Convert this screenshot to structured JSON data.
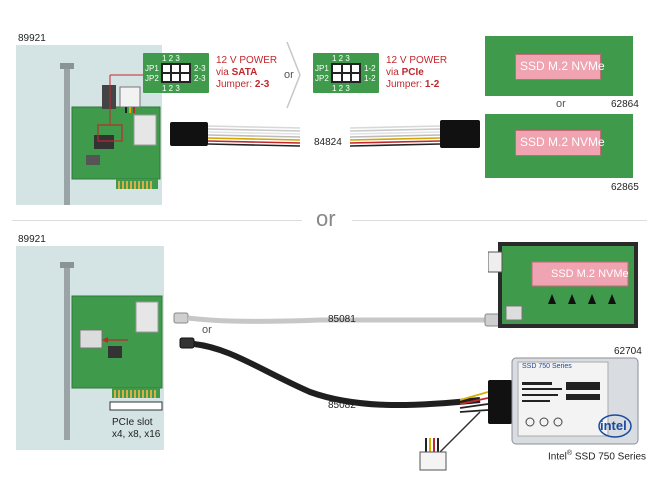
{
  "top": {
    "product_id": "89921",
    "jumper_left": {
      "row_top": "1 2 3",
      "row_bottom": "1 2 3",
      "jp1": "JP1",
      "jp2": "JP2",
      "side_1": "2-3",
      "side_2": "2-3"
    },
    "jumper_right": {
      "row_top": "1 2 3",
      "row_bottom": "1 2 3",
      "jp1": "JP1",
      "jp2": "JP2",
      "side_1": "1-2",
      "side_2": "1-2"
    },
    "power_left": {
      "line1": "12 V POWER",
      "line2_prefix": "via ",
      "line2_bold": "SATA",
      "line3_prefix": "Jumper: ",
      "line3_bold": "2-3"
    },
    "power_right": {
      "line1": "12 V POWER",
      "line2_prefix": "via ",
      "line2_bold": "PCIe",
      "line3_prefix": "Jumper: ",
      "line3_bold": "1-2"
    },
    "or_small": "or",
    "cable_id": "84824",
    "power_label": "power",
    "ssd1_label": "SSD M.2 NVMe",
    "ssd1_id": "62864",
    "or_between": "or",
    "ssd2_label": "SSD M.2 NVMe",
    "ssd2_id": "62865"
  },
  "divider_or": "or",
  "bottom": {
    "product_id": "89921",
    "or_small": "or",
    "cable1_id": "85081",
    "cable2_id": "85082",
    "slot_line1": "PCIe slot",
    "slot_line2": "x4, x8, x16",
    "enclosure_label": "SSD M.2 NVMe",
    "enclosure_id": "62704",
    "intel_series": "SSD 750 Series",
    "intel_caption_brand": "Intel",
    "intel_caption_sup": "®",
    "intel_caption_rest": " SSD 750 Series",
    "intel_logo": "intel"
  }
}
